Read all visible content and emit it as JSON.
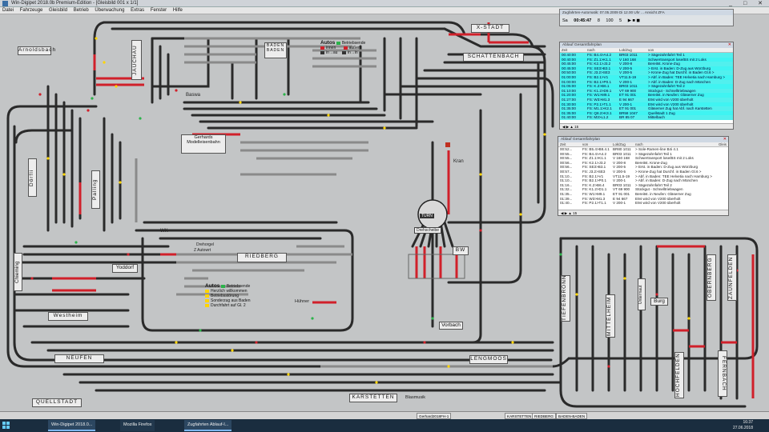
{
  "window": {
    "title": "Win-Digipet 2018.0b Premium-Edition - [Gleisbild 001 x 1/1]"
  },
  "menu": [
    "Datei",
    "Fahrzeuge",
    "Gleisbild",
    "Betrieb",
    "Überwachung",
    "Extras",
    "Fenster",
    "Hilfe"
  ],
  "stations": {
    "arnoldsbach": "Arnoldsbach",
    "jauchau": "JAUCHAU",
    "baden": "BADEN\nBADEN",
    "x_stadt": "X-STADT",
    "schattenbach": "SCHATTENBACH",
    "dorfli": "Dörfli",
    "palling": "Palling",
    "gerhards": "Gerhards\nModelleisenbahn",
    "riedberg": "RIEDBERG",
    "yoddorf": "Yoddorf",
    "chiemimg": "Chieming",
    "westheim": "Westheim",
    "neufen": "NEUFEN",
    "quellstadt": "QUELLSTADT",
    "karstetten": "KARSTETTEN",
    "lengmoos": "LENGMOOS",
    "tiefenbronn": "TIEFENBRONN",
    "mittelheim": "MITTELHEIM",
    "burg": "Burg",
    "untermaut": "Untermaut",
    "oberberg": "OBERNBERG",
    "zaunfelden": "ZAUNFELDEN",
    "hochfelden": "HOCHFELDEN",
    "fernbach": "FERNBACH",
    "vorbach": "Vorbach",
    "bw": "BW",
    "dretscheibe": "Drehscheibe",
    "turn": "TURN",
    "baswa": "Baswa",
    "kran": "Kran",
    "blasmusik": "Blasmusik",
    "huehner": "Hühner",
    "wk": "WK",
    "drehorgel": "Drehorgel",
    "autowerkstatt": "Z Autowrt"
  },
  "legend_top": {
    "title": "Autos",
    "betrieb": "Betriebsende",
    "innen": "innen",
    "aussen": "außen",
    "in_au": "in→au",
    "in_in": "in→in"
  },
  "legend_mid": {
    "title": "Autos",
    "items": [
      "Betriebsende",
      "Herzlich willkommen",
      "Betriebsstörung",
      "Sonderzug aus Baden",
      "Durchfahrt auf Gl. 2"
    ]
  },
  "clock": {
    "title": "Zugfahrten-Automatik: 07.05.2009 Di 12.00 Uhr   ...   Ansicht ZFA",
    "day": "Sa",
    "time": "00:45:47",
    "factor": "8",
    "speed": "100",
    "count": "5"
  },
  "panel_top": {
    "title": "Ablauf Gesamtfahrplan",
    "headers": [
      "Zeit",
      "nach",
      "Lok/Zug",
      "von"
    ],
    "rows": [
      [
        "00:40:00",
        "FS: B4.4>A4.2",
        "BR03 1011",
        "> Sägezahnfahrt Teil 1"
      ],
      [
        "00:40:00",
        "FS: Z1.1>K1.1",
        "V 160 168",
        "Schwertransport lose/BS mit 2 Loks"
      ],
      [
        "00:45:00",
        "FS: K2.1>J3.2",
        "V 200-8",
        "Bereitst. Krone-Zug"
      ],
      [
        "00:45:00",
        "FS: SE3>B3.1",
        "V 200-5",
        "> Erst. in Baden: D-Zug aus Würzburg"
      ],
      [
        "00:50:00",
        "FS: J3.2>SE3",
        "V 200-5",
        "> Krone-Zug hat Durchf. in Baden Gl.6 >"
      ],
      [
        "01:00:00",
        "FS: B2.1>V1",
        "VT11.5-19",
        "> Abf. in Baden: TEE Helvetia nach Hamburg >"
      ],
      [
        "01:00:00",
        "FS: B2.1>P0.1",
        "V 200-1",
        "> Abf. in Baden: D-Zug nach München"
      ],
      [
        "01:05:00",
        "FS: K.2>B6.1",
        "BR03 1011",
        "> Sägezahnfahrt Teil 2"
      ],
      [
        "01:10:00",
        "FS: K1.2>D9.1",
        "VT 69 900",
        "Stückgut - Schnelltriebwagen"
      ],
      [
        "01:20:00",
        "FS: W1>M9.1",
        "ET 91 001",
        "Bereitst. in Neufen: Gläserner Zug"
      ],
      [
        "01:27:00",
        "FS: W3>M1.3",
        "E 94 667",
        "E94 wird von V200 überholt"
      ],
      [
        "01:30:00",
        "FS: P2.1>T1.1",
        "V 200-1",
        "E94 wird von V200 überholt"
      ],
      [
        "01:35:00",
        "FS: M1.1>K2.1",
        "ET 91 001",
        "Gläserner Zug hat Abf. nach Karstetten"
      ],
      [
        "01:35:00",
        "FS: Q8.2>K3.1",
        "BR58 1047",
        "Quellstadt 1 Zug"
      ],
      [
        "01:40:00",
        "FS: M3>L1.2",
        "BR 85 07",
        "Mittelbach"
      ]
    ],
    "footer": "15"
  },
  "panel_bottom": {
    "title": "Ablauf Gesamtfahrplan",
    "headers": [
      "Zeit",
      "von",
      "Lok/Zug",
      "nach",
      "Gleis"
    ],
    "rows": [
      [
        "00:52...",
        "FS: B5.4>B8.4.1",
        "BR80 1011",
        "> Sole-Ramen-line B4i 4.1"
      ],
      [
        "00:55...",
        "FS: B4.4>A4.2",
        "BR03 1011",
        "> Sägezahnfahrt Teil 1"
      ],
      [
        "00:55...",
        "FS: Z1.1>K1.1",
        "V 160 168",
        "Schwertransport lose/BS mit 2 Loks"
      ],
      [
        "00:56...",
        "FS: K2.1>J3.2",
        "V 200-8",
        "Bereitst. Krone-Zug"
      ],
      [
        "00:56...",
        "FS: SE3>B3.1",
        "V 200-5",
        "> Erst. in Baden: D-Zug aus Würzburg"
      ],
      [
        "00:57...",
        "FS: J3.2>SE3",
        "V 200-5",
        "> Krone-Zug hat Durchf. in Baden Gl.6 >"
      ],
      [
        "01:10...",
        "FS: B2.1>V1",
        "VT11.5-19",
        "> Abf. in Baden: TEE Helvetia nach Hamburg >"
      ],
      [
        "01:10...",
        "FS: B2.1>P0.1",
        "V 200-1",
        "> Abf. in Baden: D-Zug nach München"
      ],
      [
        "01:16...",
        "FS: K.2>B6.4",
        "BR03 1011",
        "> Sägezahnfahrt Teil 2"
      ],
      [
        "01:32...",
        "FS: K1.2>D1.1",
        "VT 69 900",
        "Stückgut - Schnelltriebwagen"
      ],
      [
        "01:35...",
        "FS: W1>M9.1",
        "ET 91 001",
        "Bereitst. in Neufen: Gläserner Zug"
      ],
      [
        "01:39...",
        "FS: W3>M1.3",
        "E 94 667",
        "E94 wird von V200 überholt"
      ],
      [
        "01:40...",
        "FS: P2.1>T1.1",
        "V 200-1",
        "E94 wird von V200 überholt"
      ]
    ],
    "footer": "15"
  },
  "taskbar_app": [
    "Gerhard2018FH-1",
    "KARSTETTEN",
    "RIEDBERG",
    "BADEN-BADEN"
  ],
  "winbar": {
    "tabs": [
      "Win-Digipet 2018.0...",
      "Mozilla Firefox",
      "Zugfahrten Ablauf-I..."
    ],
    "time": "16:37",
    "date": "27.06.2018"
  },
  "colors": {
    "track_dark": "#2a2a2a",
    "track_red": "#d0202a",
    "track_grey": "#8a8a8a",
    "schedule_cyan": "#3ff4f2"
  }
}
